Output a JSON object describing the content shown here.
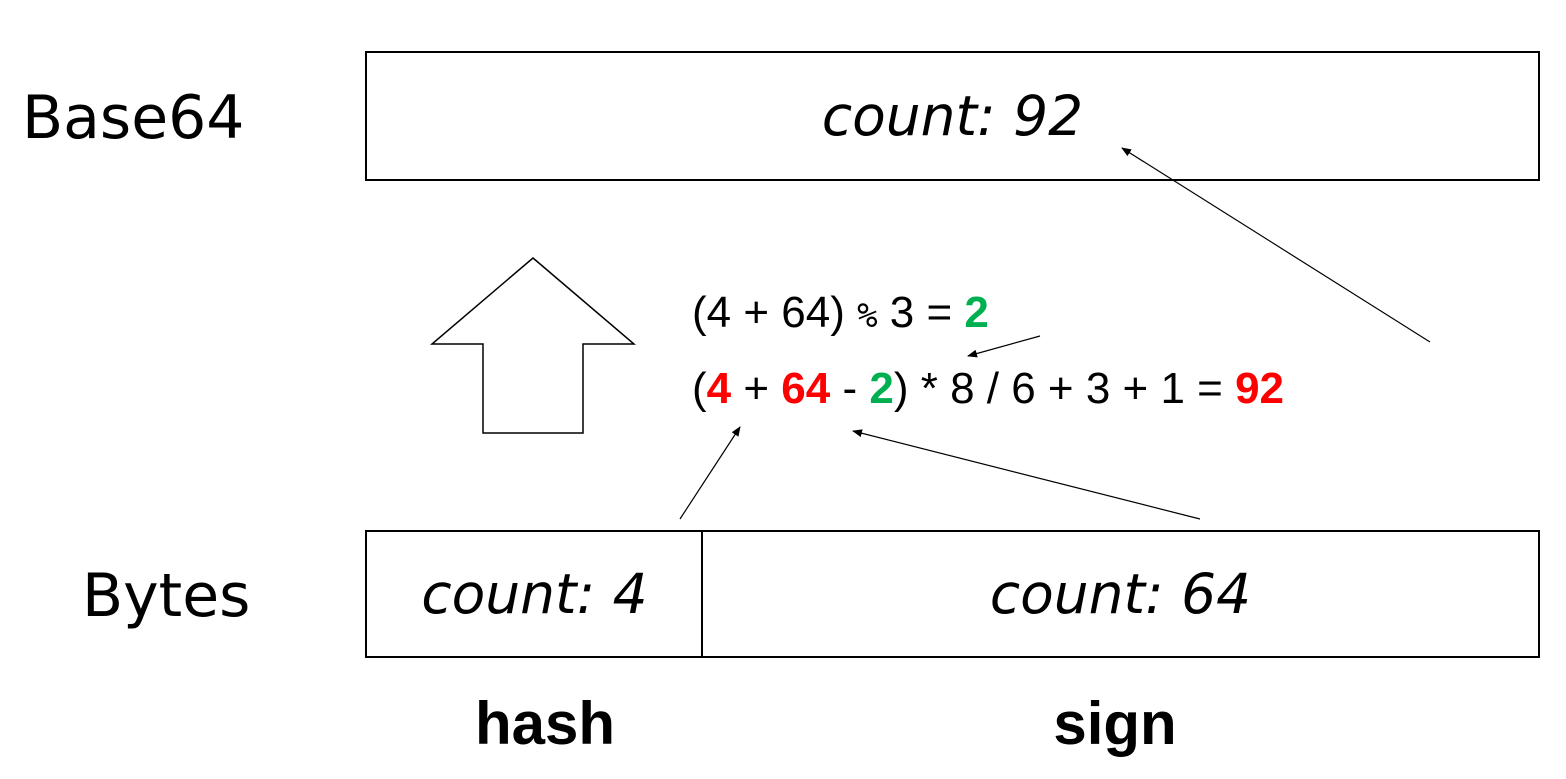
{
  "diagram": {
    "base64_row": {
      "label": "Base64",
      "count_text": "count: 92"
    },
    "bytes_row": {
      "label": "Bytes",
      "cells": [
        {
          "count_text": "count: 4"
        },
        {
          "count_text": "count: 64"
        }
      ]
    },
    "segment_labels": {
      "hash": "hash",
      "sign": "sign"
    },
    "formula_line1": {
      "open": "(4 + 64) ",
      "op": "%",
      "rest": " 3 = ",
      "result": "2"
    },
    "formula_line2": {
      "open": "(",
      "hash_value": "4",
      "plus": " + ",
      "sign_value": "64",
      "minus": " - ",
      "padding_value": "2",
      "close": ")",
      "times": " * ",
      "rest": "8 / 6 + 3 + 1 = ",
      "result": "92"
    },
    "colors": {
      "red": "#ff0000",
      "green": "#00b050",
      "stroke": "#000000"
    }
  }
}
